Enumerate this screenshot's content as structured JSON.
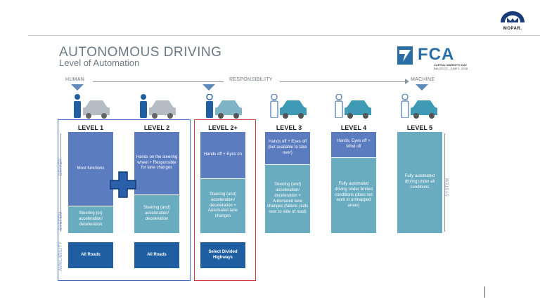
{
  "brand": {
    "mopar_text": "MOPAR."
  },
  "header": {
    "title": "AUTONOMOUS DRIVING",
    "subtitle": "Level of Automation"
  },
  "fca": {
    "name": "FCA",
    "line1": "CAPITAL MARKETS DAY",
    "line2": "BALOCCO - JUNE 1, 2018"
  },
  "responsibility": {
    "human": "HUMAN",
    "center": "RESPONSIBILITY",
    "machine": "MACHINE"
  },
  "side_labels": {
    "driver": "DRIVER",
    "system_left": "SYSTEM",
    "system_right": "SYSTEM",
    "availability": "AVAILABILITY"
  },
  "levels": [
    {
      "label": "LEVEL 1",
      "driver": "Most functions",
      "system": "Steering (or) acceleration/ deceleration",
      "availability": "All Roads"
    },
    {
      "label": "LEVEL 2",
      "driver": "Hands on the steering wheel + Responsible for lane changes",
      "system": "Steering (and) acceleration/ deceleration",
      "availability": "All Roads"
    },
    {
      "label": "LEVEL 2+",
      "driver": "Hands off + Eyes on",
      "system": "Steering (and) acceleration/ deceleration + Automated lane changes",
      "availability": "Select Divided Highways"
    },
    {
      "label": "LEVEL 3",
      "driver": "Hands off + Eyes off (but available to take over)",
      "system": "Steering (and) acceleration/ deceleration + Automated lane changes (failure: pulls over to side of road)"
    },
    {
      "label": "LEVEL 4",
      "driver": "Hands, Eyes off + Mind off",
      "system": "Fully automated driving under limited conditions (does not work in unmapped areas)"
    },
    {
      "label": "LEVEL 5",
      "system": "Fully automated driving under all conditions"
    }
  ],
  "colors": {
    "driver_box": "#5b7cbf",
    "system_box": "#6aacbf",
    "availability_box": "#1f5fa1",
    "plus": "#2a5faa"
  }
}
